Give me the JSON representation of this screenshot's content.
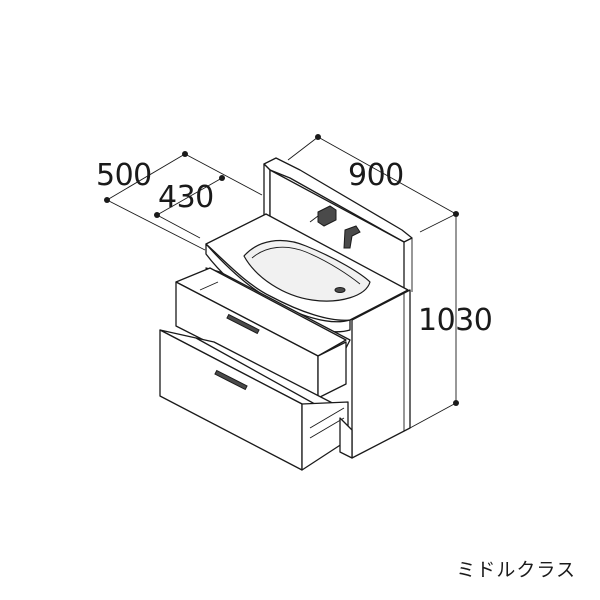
{
  "dimensions": {
    "depth_outer": "500",
    "depth_inner": "430",
    "width": "900",
    "height": "1030"
  },
  "caption": "ミドルクラス"
}
